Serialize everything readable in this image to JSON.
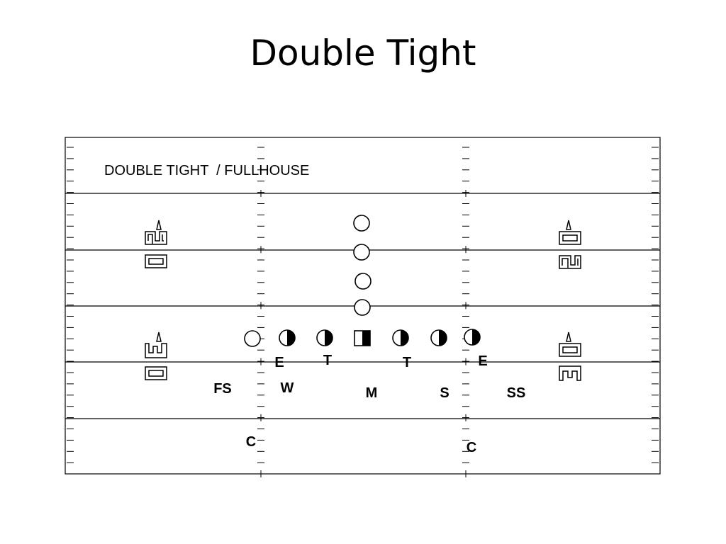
{
  "slide": {
    "title": "Double Tight"
  },
  "diagram": {
    "formation_label": "DOUBLE TIGHT  / FULLHOUSE",
    "defense_labels": {
      "left_end": "E",
      "left_tackle": "T",
      "right_tackle": "T",
      "right_end": "E",
      "will": "W",
      "mike": "M",
      "sam": "S",
      "free_safety": "FS",
      "strong_safety": "SS",
      "left_corner": "C",
      "right_corner": "C"
    },
    "offense": {
      "backfield_count": 4,
      "line_count": 7,
      "center_symbol": "half-filled-square",
      "line_symbol": "half-filled-circle"
    }
  }
}
